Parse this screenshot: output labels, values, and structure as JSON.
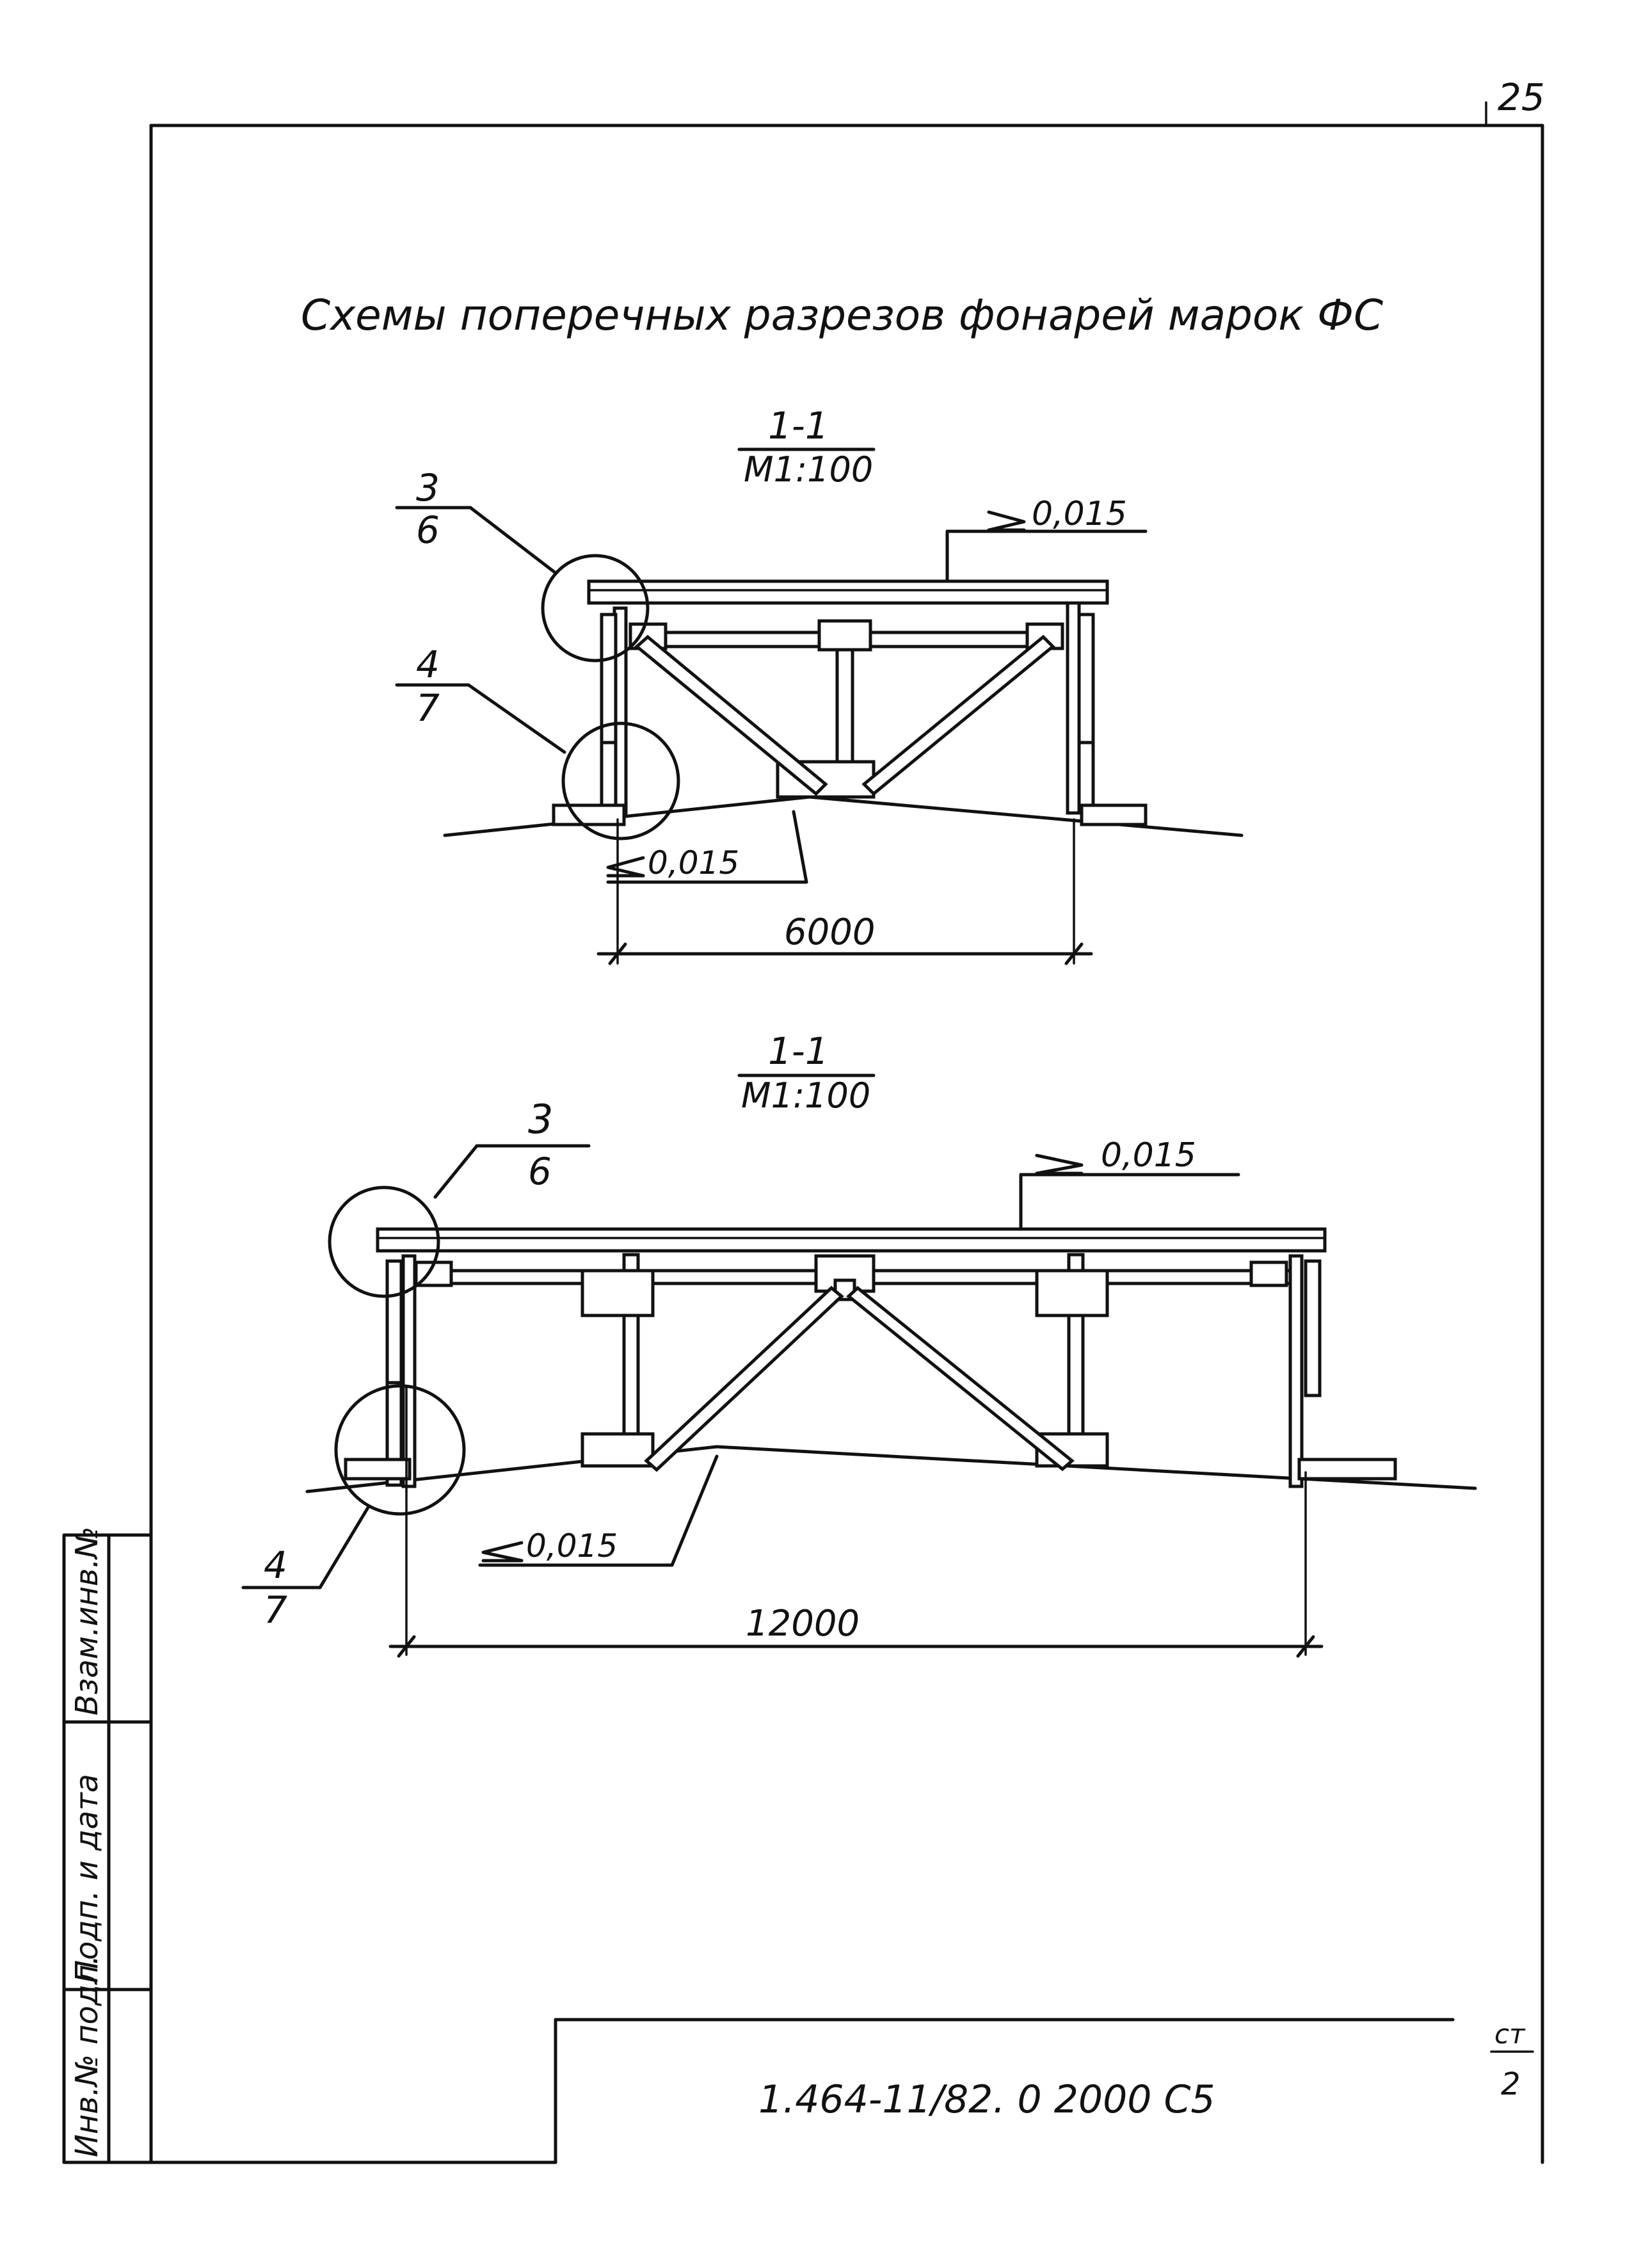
{
  "sheet": {
    "page_number": "25",
    "title": "Схемы поперечных разрезов фонарей марок ФС",
    "document_code": "1.464-11/82. 0 2000 С5",
    "sheet_label": "ст",
    "sheet_number": "2"
  },
  "side_stamp": {
    "inv_podl": "Инв.№ подл.",
    "podp_data": "Подп. и дата",
    "vzam_inv": "Взам.инв.№"
  },
  "section_1": {
    "label_top": "1-1",
    "label_bottom": "М1:100",
    "slope_top": "0,015",
    "slope_bottom": "0,015",
    "span": "6000",
    "node_a_num": "3",
    "node_a_sheet": "6",
    "node_b_num": "4",
    "node_b_sheet": "7"
  },
  "section_2": {
    "label_top": "1-1",
    "label_bottom": "М1:100",
    "slope_top": "0,015",
    "slope_bottom": "0,015",
    "span": "12000",
    "node_a_num": "3",
    "node_a_sheet": "6",
    "node_b_num": "4",
    "node_b_sheet": "7"
  }
}
